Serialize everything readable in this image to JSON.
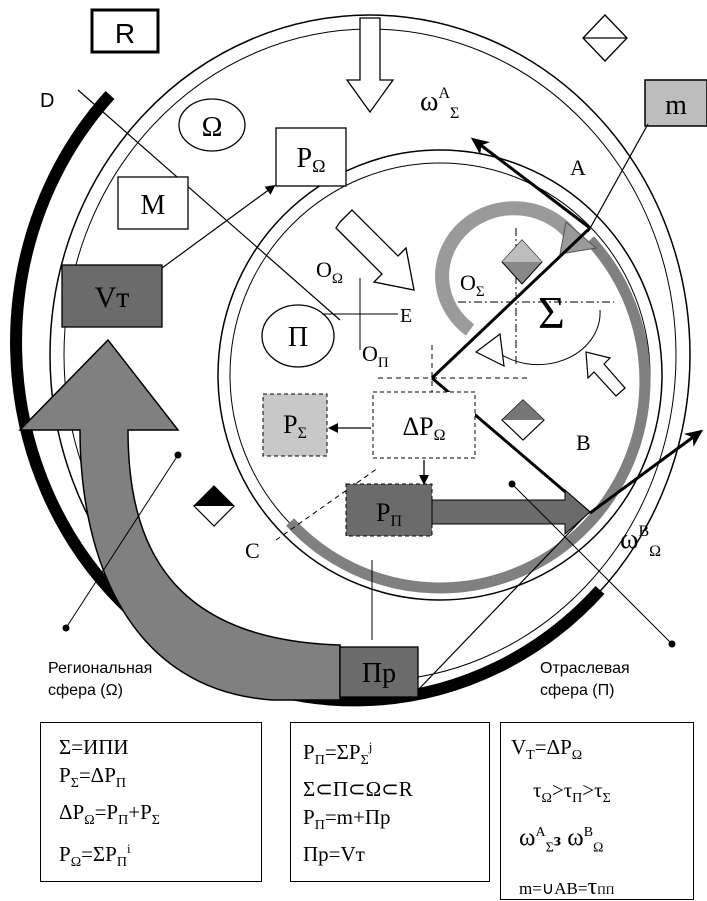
{
  "labels": {
    "R": "R",
    "D": "D",
    "A": "A",
    "B": "B",
    "C": "C",
    "E": "E",
    "m": "m",
    "M": "M",
    "omega": "Ω",
    "P_omega": "PΩ",
    "V_t": "Vт",
    "O_omega": "OΩ",
    "O_sigma": "OΣ",
    "O_pi": "OП",
    "Pi": "П",
    "Sigma": "Σ",
    "P_sigma": "PΣ",
    "delta_P_omega": "ΔPΩ",
    "P_pi": "PП",
    "Pr": "Пр",
    "omega_A_sigma": "ωAΣ",
    "omega_B_omega": "ωBΩ"
  },
  "captions": {
    "regional_line1": "Региональная",
    "regional_line2": "сфера (Ω)",
    "sector_line1": "Отраслевая",
    "sector_line2": "сфера (П)"
  },
  "formulas": {
    "box1": [
      "Σ=ИПИ",
      "PΣ=ΔPП",
      "ΔPΩ=PП+PΣ",
      "PΩ=ΣPПi"
    ],
    "box2": [
      "PП=ΣPΣj",
      "Σ⊂П⊂Ω⊂R",
      "PП=m+Пр",
      "Пр=Vт"
    ],
    "box3": [
      "VT=ΔPΩ",
      "τΩ>τП>τΣ",
      "ωAΣз ωBΩ",
      "m=∪AB=τПП"
    ]
  },
  "colors": {
    "dark_fill": "#6b6b6b",
    "mid_fill": "#9a9a9a",
    "light_fill": "#c8c8c8",
    "arc_black": "#000000"
  }
}
